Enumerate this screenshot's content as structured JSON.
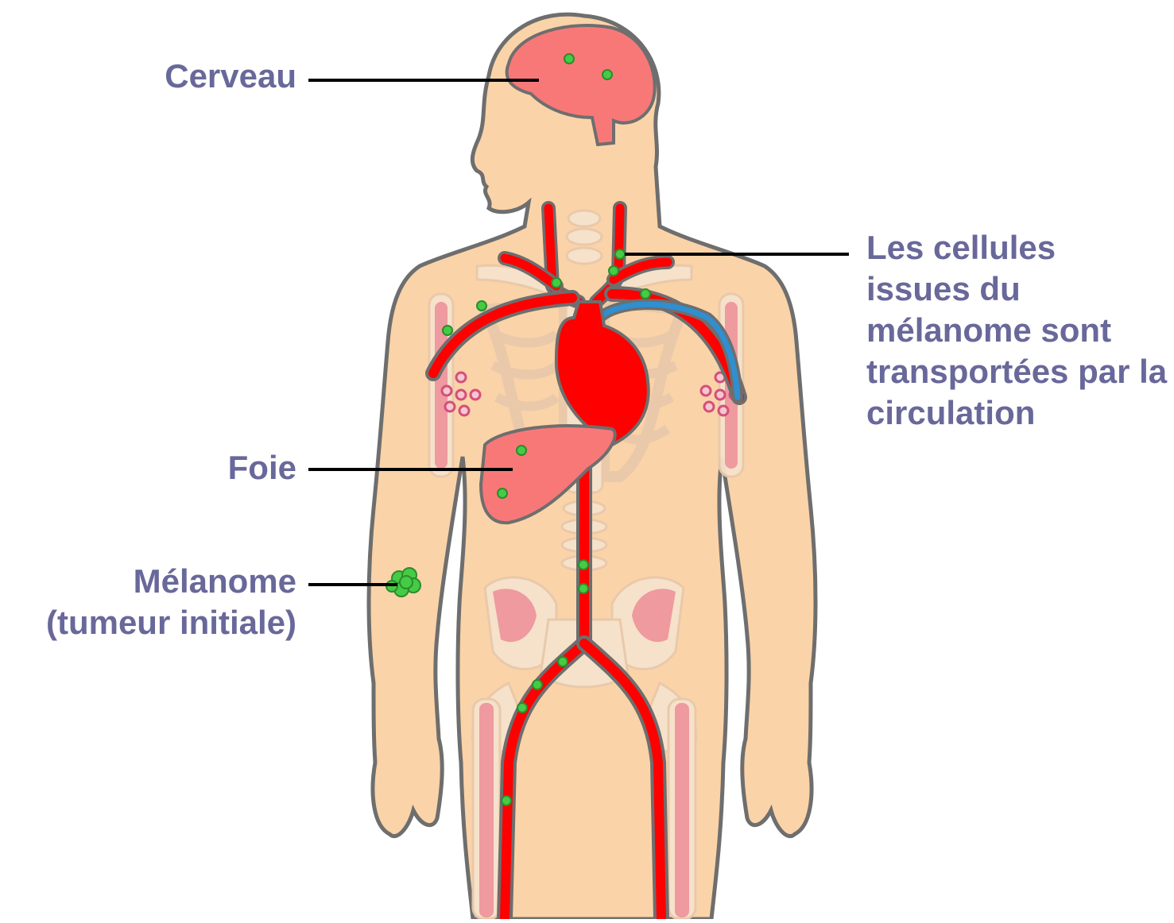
{
  "labels": {
    "brain": "Cerveau",
    "liver": "Foie",
    "melanoma_line1": "Mélanome",
    "melanoma_line2": "(tumeur initiale)",
    "circulation": "Les cellules issues du mélanome sont transportées par la circulation"
  },
  "colors": {
    "label_text": "#68689a",
    "skin": "#fbd3a8",
    "outline": "#6e6e6e",
    "artery": "#ff0000",
    "vein": "#2f8fd0",
    "organ": "#f87878",
    "tumor_cell": "#44cc44",
    "bone": "#f6e2cc",
    "marrow": "#e8617c"
  }
}
